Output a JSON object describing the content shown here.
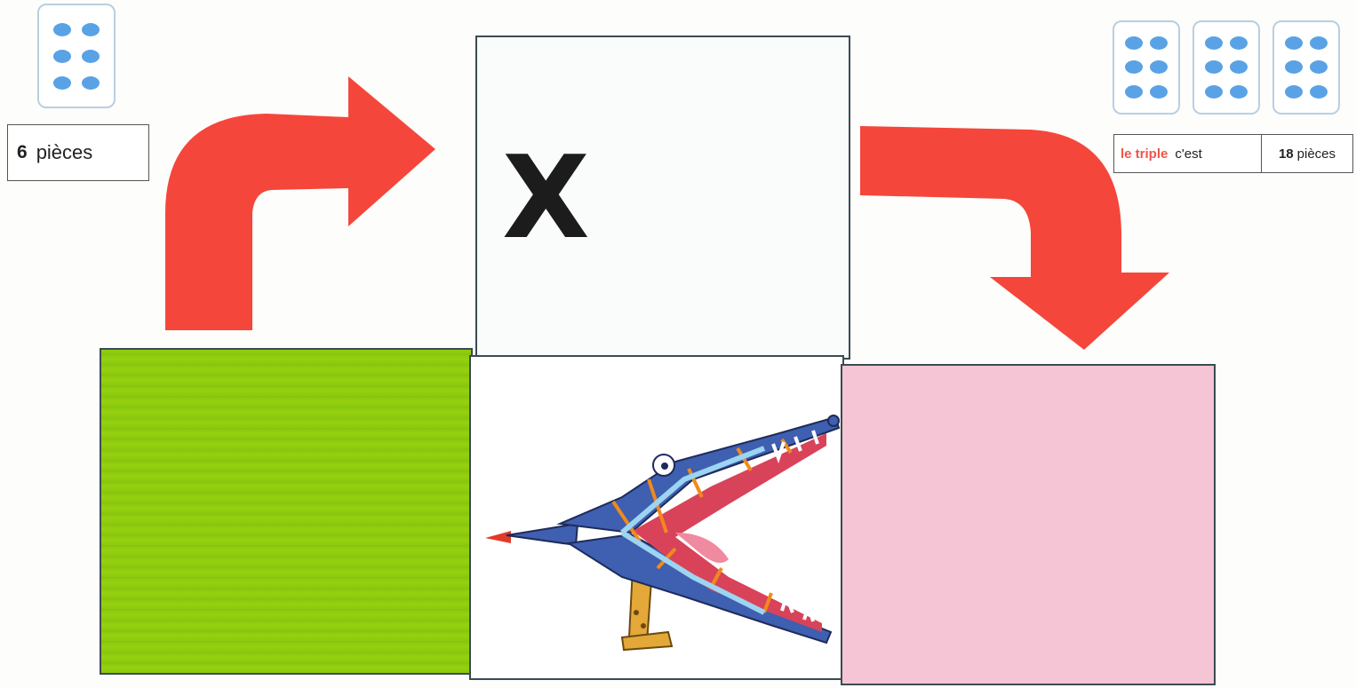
{
  "left": {
    "dice_dots": 6,
    "label_number": "6",
    "label_word": "pièces"
  },
  "operator": {
    "symbol": "X"
  },
  "right": {
    "dice_count": 3,
    "dice_dots": 6,
    "label_prefix": "le triple",
    "label_middle": "c'est",
    "label_number": "18",
    "label_word": "pièces"
  },
  "icons": [
    "dice-icon",
    "curved-arrow-right-icon",
    "curved-arrow-down-icon",
    "crocodile-illustration"
  ],
  "colors": {
    "arrow": "#f5463c",
    "green_square": "#8cc90e",
    "pink_square": "#f5c5d5",
    "dot": "#5aa2e6",
    "accent_text": "#f0544a"
  }
}
